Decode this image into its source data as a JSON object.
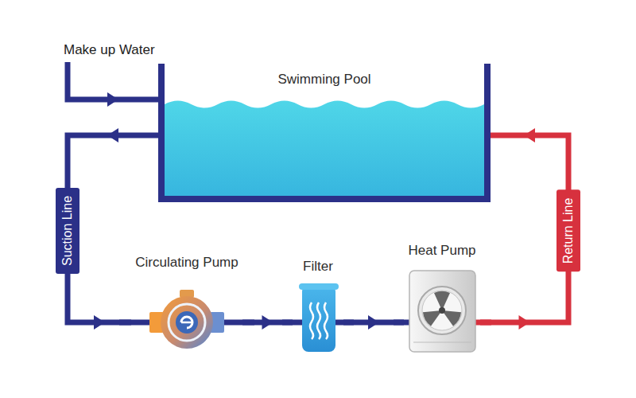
{
  "diagram": {
    "nodes": [
      {
        "text": [
          "Swimming Pool"
        ]
      },
      {
        "text": [
          "Circulating Pump"
        ]
      },
      {
        "text": [
          "Filter"
        ]
      },
      {
        "text": [
          "Heat Pump"
        ]
      }
    ],
    "edges": [
      {
        "from": 0,
        "to": 1,
        "arrow": "to",
        "label": "Suction Line"
      },
      {
        "from": 1,
        "to": 2,
        "arrow": "to"
      },
      {
        "from": 2,
        "to": 3,
        "arrow": "to"
      },
      {
        "from": 3,
        "to": 0,
        "arrow": "to",
        "label": "Return Line"
      }
    ],
    "labels": [
      "Make up Water"
    ]
  }
}
